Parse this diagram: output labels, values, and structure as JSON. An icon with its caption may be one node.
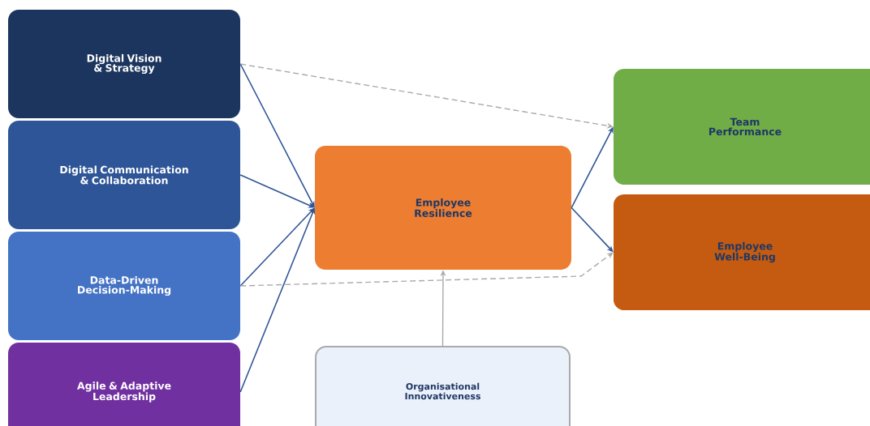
{
  "diagram": {
    "nodes": [
      {
        "text": [
          "Digital Vision & Strategy"
        ]
      },
      {
        "text": [
          "Digital Communication & Collaboration"
        ]
      },
      {
        "text": [
          "Data-Driven Decision-Making"
        ]
      },
      {
        "text": [
          "Agile & Adaptive Leadership"
        ]
      },
      {
        "text": [
          "Employee Resilience"
        ]
      },
      {
        "text": [
          "Team Performance"
        ]
      },
      {
        "text": [
          "Employee Well-Being"
        ]
      },
      {
        "text": [
          "Organisational Innovativeness"
        ]
      }
    ],
    "edges": [
      {
        "from": 0,
        "to": 4,
        "arrow": "to"
      },
      {
        "from": 1,
        "to": 4,
        "arrow": "to"
      },
      {
        "from": 2,
        "to": 4,
        "arrow": "to"
      },
      {
        "from": 3,
        "to": 4,
        "arrow": "to"
      },
      {
        "from": 4,
        "to": 5,
        "arrow": "to"
      },
      {
        "from": 4,
        "to": 6,
        "arrow": "to"
      },
      {
        "from": 0,
        "to": 5,
        "arrow": "to",
        "style": "dashed",
        "color": "#aaaaaa"
      },
      {
        "from": 2,
        "to": 6,
        "arrow": "to",
        "style": "dashed",
        "color": "#aaaaaa"
      },
      {
        "from": 7,
        "to": 4,
        "arrow": "to",
        "color": "#aaaaaa"
      }
    ]
  }
}
